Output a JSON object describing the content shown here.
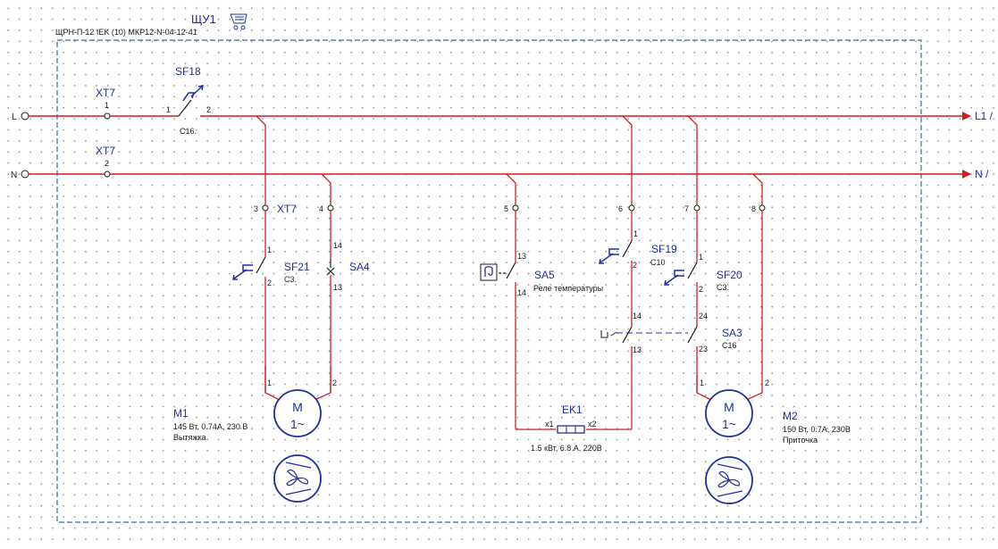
{
  "enclosure": {
    "title": "ЩУ1",
    "model": "ЩРН-П-12 IEK (10) МКР12-N-04-12-41"
  },
  "colors": {
    "wire": "#d11f1f",
    "designator": "#1f2f9e",
    "frame": "#2f6f8f",
    "text": "#1a1a1a"
  },
  "buses": [
    {
      "name": "L",
      "terminal_label": "XT7",
      "terminal_number": "1",
      "out_label": "L1 /"
    },
    {
      "name": "N",
      "terminal_label": "XT7",
      "terminal_number": "2",
      "out_label": "N /"
    }
  ],
  "main_breaker": {
    "label": "SF18",
    "pin_in": "1",
    "pin_out": "2",
    "rating": "C16."
  },
  "terminals": {
    "label": "XT7",
    "numbers": [
      "3",
      "4",
      "5",
      "6",
      "7",
      "8"
    ]
  },
  "sf21": {
    "label": "SF21",
    "rating": "C3.",
    "pin_top": "1",
    "pin_bottom": "2"
  },
  "sa4": {
    "label": "SA4",
    "pin_top": "14",
    "pin_bottom": "13"
  },
  "sa5": {
    "label": "SA5",
    "description": "Реле температуры",
    "pin_top": "13",
    "pin_bottom": "14"
  },
  "sf19": {
    "label": "SF19",
    "rating": "C10",
    "pin_top": "1",
    "pin_bottom": "2"
  },
  "sf20": {
    "label": "SF20",
    "rating": "C3.",
    "pin_top": "1",
    "pin_bottom": "2"
  },
  "sa3": {
    "label": "SA3",
    "rating": "C16",
    "left_pin_top": "14",
    "left_pin_bottom": "13",
    "right_pin_top": "24",
    "right_pin_bottom": "23"
  },
  "ek1": {
    "label": "EK1",
    "pin_left": "x1",
    "pin_right": "x2",
    "spec": "1.5 кВт, 6.8 А, 220В"
  },
  "m1": {
    "label": "M1",
    "symbol": "M",
    "phase": "1~",
    "pin_left": "1",
    "pin_right": "2",
    "spec": "145 Вт, 0.74А, 230 В",
    "role": "Вытяжка"
  },
  "m2": {
    "label": "M2",
    "symbol": "M",
    "phase": "1~",
    "pin_left": "1",
    "pin_right": "2",
    "spec": "150 Вт, 0.7А, 230В",
    "role": "Приточка"
  }
}
